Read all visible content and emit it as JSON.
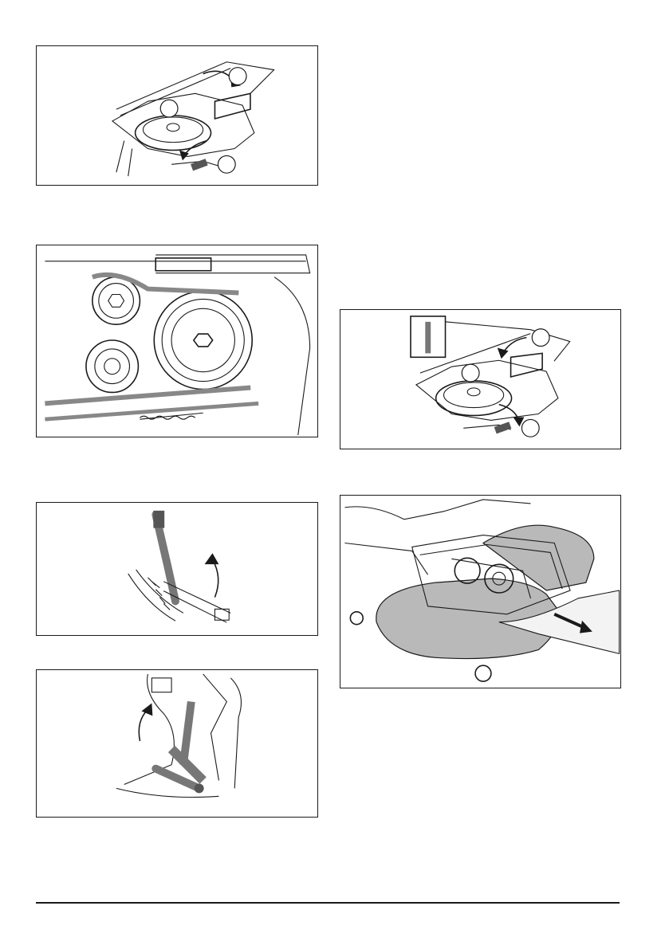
{
  "figures": [
    {
      "id": "fig-pulley-lever-remove",
      "callouts": 3
    },
    {
      "id": "fig-belt-pulleys",
      "callouts": 0
    },
    {
      "id": "fig-cutting-height-lever",
      "callouts": 0
    },
    {
      "id": "fig-deck-lift-pedal",
      "callouts": 0
    },
    {
      "id": "fig-pulley-lever-inset",
      "callouts": 3
    },
    {
      "id": "fig-deck-pull-out",
      "callouts": 0
    }
  ],
  "colors": {
    "line": "#1a1a1a",
    "deck_gray": "#b9b9b9",
    "arrow_gray": "#555555"
  },
  "icons": [
    "curved-arrow-icon",
    "straight-arrow-icon"
  ]
}
